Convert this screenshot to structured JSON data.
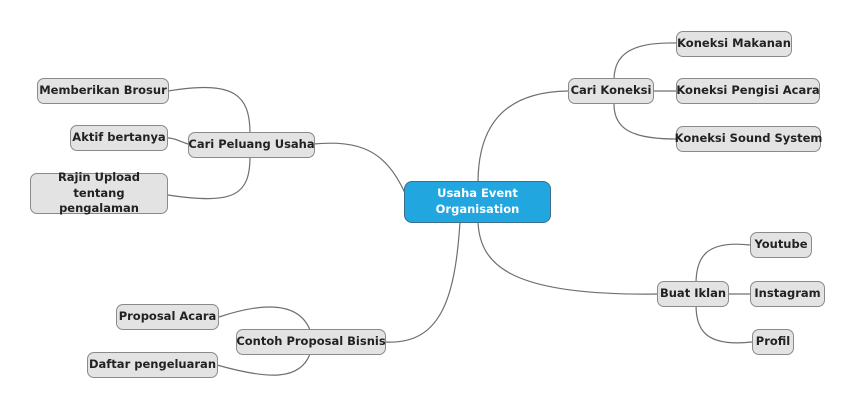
{
  "center": {
    "line1": "Usaha Event",
    "line2": "Organisation"
  },
  "branches": {
    "cari_koneksi": {
      "label": "Cari Koneksi",
      "children": [
        "Koneksi Makanan",
        "Koneksi Pengisi Acara",
        "Koneksi Sound System"
      ]
    },
    "cari_peluang": {
      "label": "Cari Peluang Usaha",
      "children": [
        "Memberikan Brosur",
        "Aktif bertanya"
      ],
      "child3": {
        "line1": "Rajin Upload tentang",
        "line2": "pengalaman"
      }
    },
    "buat_iklan": {
      "label": "Buat Iklan",
      "children": [
        "Youtube",
        "Instagram",
        "Profil"
      ]
    },
    "contoh_proposal": {
      "label": "Contoh Proposal Bisnis",
      "children": [
        "Proposal Acara",
        "Daftar pengeluaran"
      ]
    }
  },
  "colors": {
    "center_fill": "#22a6e0",
    "node_fill": "#e3e3e3",
    "connector": "#6f6f6f"
  }
}
